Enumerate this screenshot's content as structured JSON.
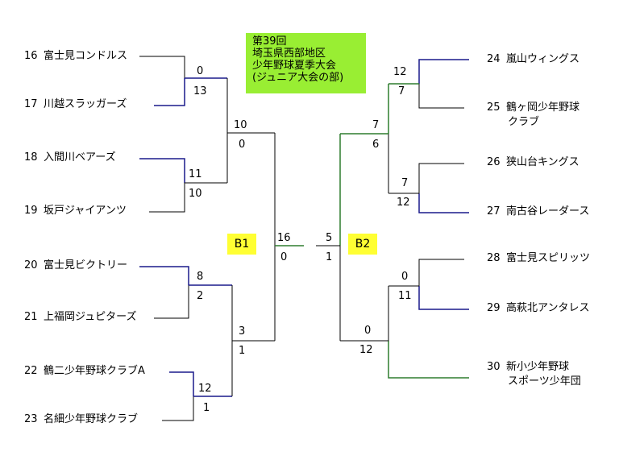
{
  "title_lines": [
    "第39回",
    "埼玉県西部地区",
    "少年野球夏季大会",
    "(ジュニア大会の部)"
  ],
  "blocks": {
    "left": "B1",
    "right": "B2"
  },
  "teams": [
    {
      "num": "16",
      "name": "富士見コンドルス"
    },
    {
      "num": "17",
      "name": "川越スラッガーズ"
    },
    {
      "num": "18",
      "name": "入間川ベアーズ"
    },
    {
      "num": "19",
      "name": "坂戸ジャイアンツ"
    },
    {
      "num": "20",
      "name": "富士見ビクトリー"
    },
    {
      "num": "21",
      "name": "上福岡ジュピターズ"
    },
    {
      "num": "22",
      "name": "鶴二少年野球クラブA"
    },
    {
      "num": "23",
      "name": "名細少年野球クラブ"
    },
    {
      "num": "24",
      "name": "嵐山ウィングス"
    },
    {
      "num": "25",
      "name": "鶴ヶ岡少年野球",
      "name2": "クラブ"
    },
    {
      "num": "26",
      "name": "狭山台キングス"
    },
    {
      "num": "27",
      "name": "南古谷レーダース"
    },
    {
      "num": "28",
      "name": "富士見スピリッツ"
    },
    {
      "num": "29",
      "name": "高萩北アンタレス"
    },
    {
      "num": "30",
      "name": "新小少年野球",
      "name2": "スポーツ少年団"
    }
  ],
  "scores": {
    "l_r1_a": [
      "0",
      "13"
    ],
    "l_r1_b": [
      "11",
      "10"
    ],
    "l_r1_c": [
      "8",
      "2"
    ],
    "l_r1_d": [
      "12",
      "1"
    ],
    "l_r2_a": [
      "10",
      "0"
    ],
    "l_r2_b": [
      "3",
      "1"
    ],
    "final_l": [
      "16",
      "0"
    ],
    "final_r": [
      "5",
      "1"
    ],
    "r_r1_a": [
      "12",
      "7"
    ],
    "r_r1_b": [
      "7",
      "12"
    ],
    "r_r1_c": [
      "0",
      "11"
    ],
    "r_r2_a": [
      "7",
      "6"
    ],
    "r_r2_b": [
      "0",
      "12"
    ]
  },
  "colors": {
    "winner_left": "#1a1a8c",
    "winner_right_green": "#2e7d2e",
    "title_bg": "#99ee33",
    "block_bg": "#ffff33"
  }
}
